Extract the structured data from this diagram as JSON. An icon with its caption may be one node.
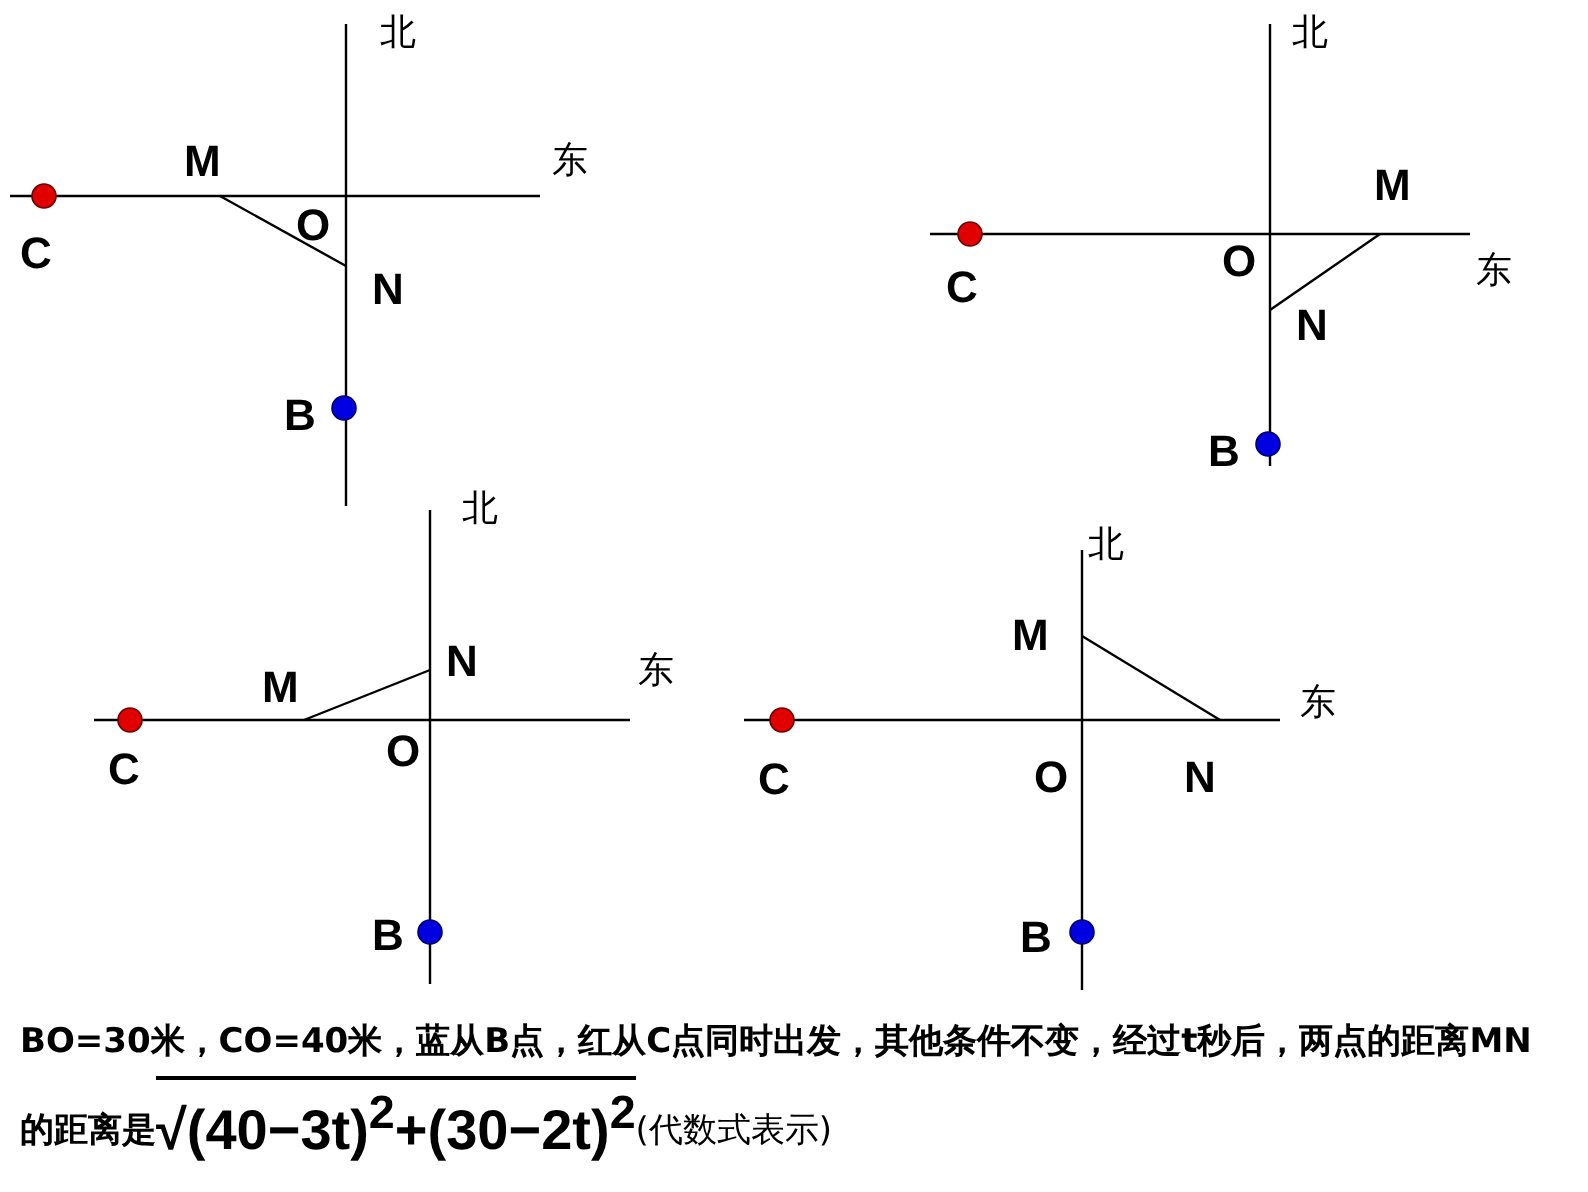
{
  "diagram": {
    "labels": [
      "北",
      "东",
      "M",
      "O",
      "N",
      "C",
      "B",
      "北",
      "东",
      "M",
      "O",
      "N",
      "C",
      "B",
      "北",
      "东",
      "M",
      "N",
      "O",
      "C",
      "B",
      "北",
      "东",
      "M",
      "O",
      "N",
      "C",
      "B",
      "BO=30米，CO=40米，蓝从B点，红从C点同时出发，其他条件不变，经过t秒后，两点的距离MN的距离是",
      "√(40−3t)$^{2}$+(30−2t)$^{2}$",
      "(代数式表示)"
    ]
  }
}
